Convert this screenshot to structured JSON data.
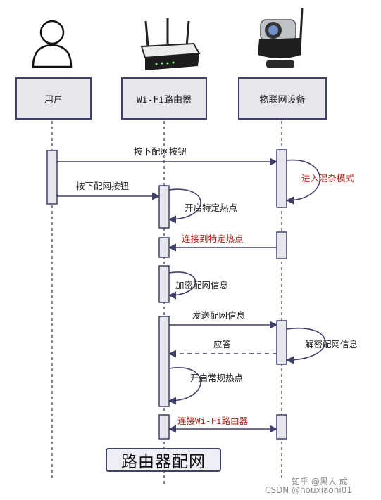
{
  "participants": [
    {
      "label": "用户",
      "icon": "user-icon"
    },
    {
      "label": "Wi-Fi路由器",
      "icon": "router-icon"
    },
    {
      "label": "物联网设备",
      "icon": "camera-icon"
    }
  ],
  "messages": [
    {
      "label": "按下配网按钮",
      "from": "用户",
      "to": "物联网设备"
    },
    {
      "label": "进入混杂模式",
      "from": "物联网设备",
      "to": "物联网设备",
      "color": "#b0231b"
    },
    {
      "label": "按下配网按钮",
      "from": "用户",
      "to": "Wi-Fi路由器"
    },
    {
      "label": "开启特定热点",
      "from": "Wi-Fi路由器",
      "to": "Wi-Fi路由器"
    },
    {
      "label": "连接到特定热点",
      "from": "物联网设备",
      "to": "Wi-Fi路由器",
      "color": "#b0231b"
    },
    {
      "label": "加密配网信息",
      "from": "Wi-Fi路由器",
      "to": "Wi-Fi路由器"
    },
    {
      "label": "发送配网信息",
      "from": "Wi-Fi路由器",
      "to": "物联网设备"
    },
    {
      "label": "解密配网信息",
      "from": "物联网设备",
      "to": "物联网设备"
    },
    {
      "label": "应答",
      "from": "物联网设备",
      "to": "Wi-Fi路由器",
      "style": "dashed"
    },
    {
      "label": "开启常规热点",
      "from": "Wi-Fi路由器",
      "to": "Wi-Fi路由器"
    },
    {
      "label": "连接Wi-Fi路由器",
      "from": "物联网设备",
      "to": "Wi-Fi路由器",
      "color": "#b0231b"
    }
  ],
  "title": "路由器配网",
  "watermark": {
    "line": "知乎 @黑人 成",
    "source": "CSDN @houxiaoni01"
  },
  "colors": {
    "line": "#3f4168",
    "accent_red": "#b0231b",
    "box_fill": "#e6e6ec"
  }
}
